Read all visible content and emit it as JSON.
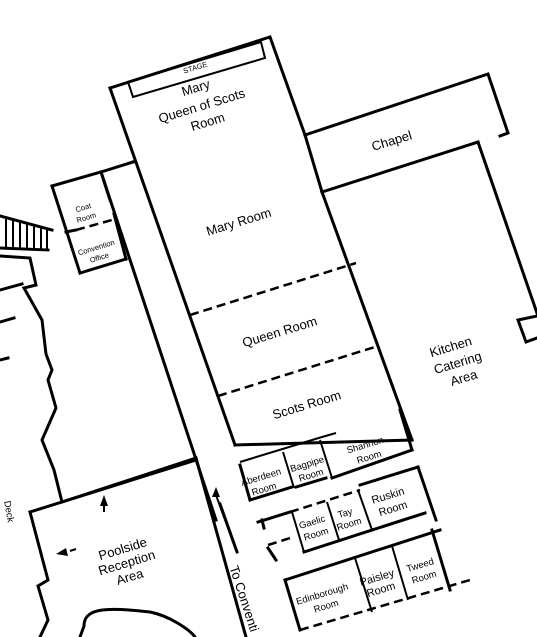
{
  "rooms": {
    "stage": "STAGE",
    "mary_queen_of_scots": [
      "Mary",
      "Queen of Scots",
      "Room"
    ],
    "chapel": "Chapel",
    "mary_room": "Mary Room",
    "coat_room": [
      "Coat",
      "Room"
    ],
    "convention_office": [
      "Convention",
      "Office"
    ],
    "queen_room": "Queen Room",
    "kitchen": [
      "Kitchen",
      "Catering",
      "Area"
    ],
    "scots_room": "Scots Room",
    "shannon": [
      "Shannon",
      "Room"
    ],
    "bagpipe": [
      "Bagpipe",
      "Room"
    ],
    "aberdeen": [
      "Aberdeen",
      "Room"
    ],
    "ruskin": [
      "Ruskin",
      "Room"
    ],
    "tay": [
      "Tay",
      "Room"
    ],
    "gaelic": [
      "Gaelic",
      "Room"
    ],
    "poolside": [
      "Poolside",
      "Reception",
      "Area"
    ],
    "tweed": [
      "Tweed",
      "Room"
    ],
    "paisley": [
      "Paisley",
      "Room"
    ],
    "edinborough": [
      "Edinborough",
      "Room"
    ]
  },
  "corridor_label": "To Conventi",
  "edge_label": "Deck"
}
